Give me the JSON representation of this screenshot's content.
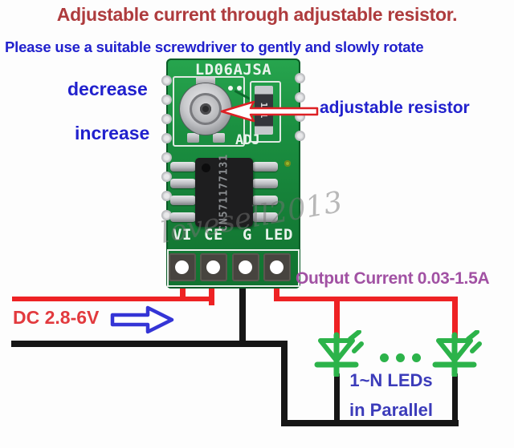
{
  "title": "Adjustable current through adjustable resistor.",
  "subtitle": "Please use a suitable screwdriver to gently and slowly rotate",
  "labels": {
    "decrease": "decrease",
    "increase": "increase",
    "adjustable_resistor": "adjustable resistor",
    "dc_input": "DC 2.8-6V",
    "output_current": "Output Current 0.03-1.5A",
    "leds_count": "1~N LEDs",
    "leds_parallel": "in Parallel"
  },
  "module": {
    "model": "LD06AJSA",
    "adj": "ADJ",
    "chip": {
      "line1": "CN5711",
      "line2": "77131"
    },
    "resistor_code": "121",
    "pins": [
      "VI",
      "CE",
      "G",
      "LED"
    ]
  },
  "watermark": "lovesell2013",
  "colors": {
    "title_red": "#ae3b3d",
    "label_blue": "#2121cd",
    "dc_red": "#e23a3e",
    "output_purple": "#a151a3",
    "ledtext_blue": "#3c3cba",
    "wire_red": "#ee2224",
    "wire_black": "#161616",
    "led_green": "#2cb34a",
    "pcb_green": "#1b8f40"
  }
}
